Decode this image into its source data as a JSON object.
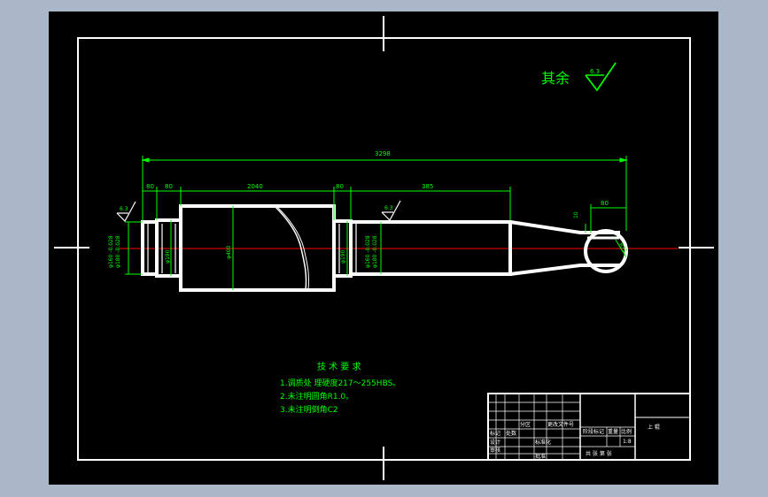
{
  "surface": {
    "other_label": "其余",
    "other_value": "6.3"
  },
  "dimensions": {
    "overall": "3298",
    "seg1": "80",
    "seg2": "80",
    "body": "2040",
    "seg4": "80",
    "seg5": "385",
    "end_len": "80",
    "end_h": "10",
    "radius": "R75",
    "d_left_1": "φ160 -0.028",
    "d_left_2": "φ180 -0.028",
    "d_shoulder_left": "φ190",
    "d_body": "φ400",
    "d_shoulder_right": "φ190",
    "d_right_1": "φ160 -0.028",
    "d_right_2": "φ180 -0.028",
    "rough_left": "6.3",
    "rough_right": "6.3"
  },
  "notes": {
    "title": "技 术 要 求",
    "items": [
      "1.调质处 理硬度217～255HBS。",
      "2.未注明圆角R1.0。",
      "3.未注明倒角C2"
    ]
  },
  "title_block": {
    "part_name": "上 辊",
    "r1c1": "标记",
    "r1c2": "处数",
    "r1c3": "分区",
    "r1c4": "更改文件号",
    "r2c1": "设计",
    "r2c2": "标准化",
    "r3c1": "审核",
    "r3c2": "批准",
    "stage": "阶段标记",
    "weight": "重量",
    "scale": "比例",
    "scale_val": "1:8",
    "sheet": "共 张 第 张"
  },
  "colors": {
    "outline": "#ffffff",
    "dimension": "#00ff00",
    "centerline": "#ff0000",
    "paper": "#000000",
    "surround": "#a9b7c8"
  }
}
